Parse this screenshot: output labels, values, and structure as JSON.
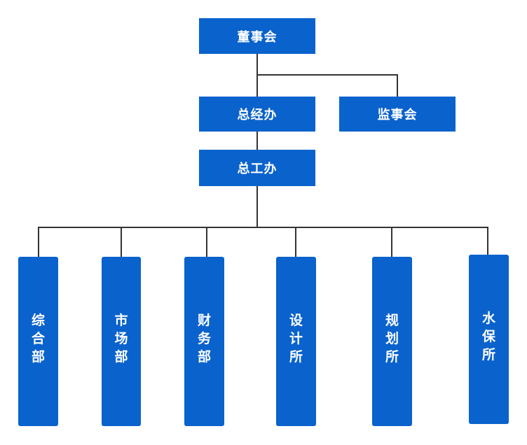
{
  "colors": {
    "node_fill": "#0A62CC",
    "node_text": "#FFFFFF",
    "connector": "#333333",
    "background": "#FFFFFF"
  },
  "nodes": {
    "board": "董事会",
    "general_office": "总经办",
    "supervisory_board": "监事会",
    "chief_engineer_office": "总工办"
  },
  "departments": [
    "综合部",
    "市场部",
    "财务部",
    "设计所",
    "规划所",
    "水保所"
  ]
}
